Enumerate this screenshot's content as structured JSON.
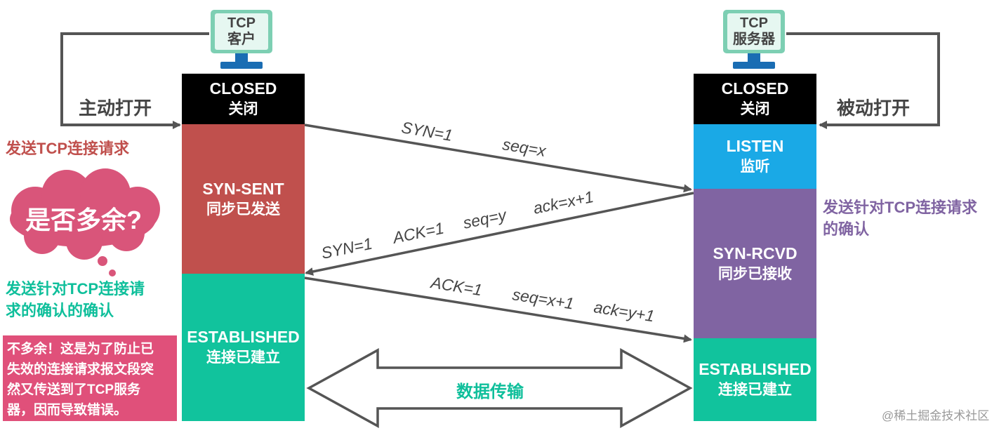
{
  "client": {
    "computer_label_line1": "TCP",
    "computer_label_line2": "客户",
    "open_label": "主动打开",
    "states": {
      "closed_en": "CLOSED",
      "closed_zh": "关闭",
      "synsent_en": "SYN-SENT",
      "synsent_zh": "同步已发送",
      "established_en": "ESTABLISHED",
      "established_zh": "连接已建立"
    }
  },
  "server": {
    "computer_label_line1": "TCP",
    "computer_label_line2": "服务器",
    "open_label": "被动打开",
    "states": {
      "closed_en": "CLOSED",
      "closed_zh": "关闭",
      "listen_en": "LISTEN",
      "listen_zh": "监听",
      "synrcvd_en": "SYN-RCVD",
      "synrcvd_zh": "同步已接收",
      "established_en": "ESTABLISHED",
      "established_zh": "连接已建立"
    }
  },
  "messages": {
    "m1": {
      "syn": "SYN=1",
      "seq": "seq=x"
    },
    "m2": {
      "syn": "SYN=1",
      "ack_flag": "ACK=1",
      "seq": "seq=y",
      "ack": "ack=x+1"
    },
    "m3": {
      "ack_flag": "ACK=1",
      "seq": "seq=x+1",
      "ack": "ack=y+1"
    }
  },
  "notes": {
    "send_request": "发送TCP连接请求",
    "question": "是否多余?",
    "send_confirm_line1": "发送针对TCP连接请",
    "send_confirm_line2": "求的确认的确认",
    "server_confirm_line1": "发送针对TCP连接请求",
    "server_confirm_line2": "的确认",
    "explanation_line1": "不多余！这是为了防止已",
    "explanation_line2": "失效的连接请求报文段突",
    "explanation_line3": "然又传送到了TCP服务",
    "explanation_line4": "器，因而导致错误。"
  },
  "data_transfer": "数据传输",
  "watermark": "@稀土掘金技术社区",
  "colors": {
    "closed": "#000000",
    "syn_sent": "#c0504d",
    "established": "#11c39d",
    "listen": "#1aa9e6",
    "syn_rcvd": "#8064a2",
    "explain_box": "#e0507a",
    "cloud": "#d9557a",
    "line": "#555555",
    "monitor": "#7dcfb3"
  }
}
